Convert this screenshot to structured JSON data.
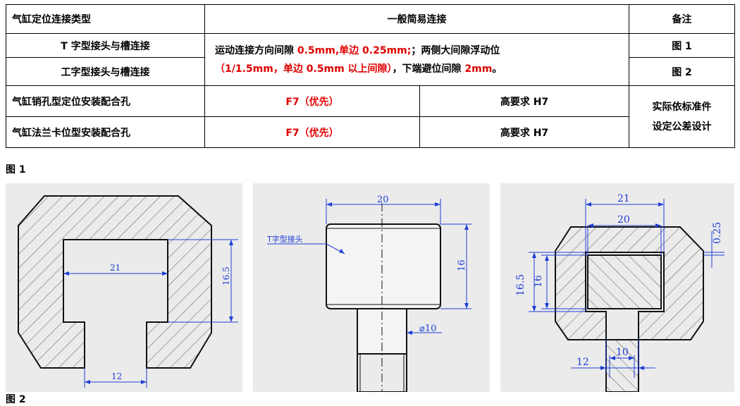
{
  "table": {
    "header": {
      "col1": "气缸定位连接类型",
      "col2": "一般简易连接",
      "col3": "备注"
    },
    "row_t": {
      "label": "T 字型接头与槽连接",
      "note": "图 1"
    },
    "row_i": {
      "label": "工字型接头与槽连接",
      "note": "图 2"
    },
    "merged_desc": {
      "line1_a": "运动连接方向间隙 ",
      "line1_b": "0.5mm,单边 0.25mm;",
      "line1_c": "；两侧大间隙浮动位",
      "line2_a": "（1/1.5mm，单边 0.5mm 以上间隙）",
      "line2_b": "，下端避位间隙 ",
      "line2_c": "2mm",
      "line2_d": "。"
    },
    "row_pin": {
      "label": "气缸销孔型定位安装配合孔",
      "fit": "F7（优先）",
      "high": "高要求 H7"
    },
    "row_flange": {
      "label": "气缸法兰卡位型安装配合孔",
      "fit": "F7（优先）",
      "high": "高要求 H7"
    },
    "merged_note": {
      "line1": "实际依标准件",
      "line2": "设定公差设计"
    }
  },
  "figure_label": "图 1",
  "figure_label_2": "图 2",
  "drawing1": {
    "dim_width": "21",
    "dim_height": "16.5",
    "dim_opening": "12"
  },
  "drawing2": {
    "dim_width": "20",
    "dim_height": "16",
    "dim_neck": "⌀10",
    "callout": "T字型接头"
  },
  "drawing3": {
    "dim_outer": "21",
    "dim_inner": "20",
    "dim_gap": "0.25",
    "dim_h1": "16.5",
    "dim_h2": "16",
    "dim_neck": "10",
    "dim_slot": "12"
  },
  "colors": {
    "red": "#e00000",
    "dim_blue": "#1f3fd6",
    "hatch": "#555555",
    "panel_bg": "#ebebeb"
  }
}
